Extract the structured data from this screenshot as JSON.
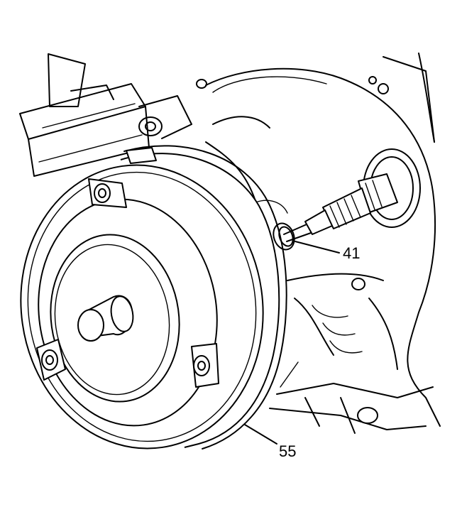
{
  "diagram": {
    "callouts": [
      {
        "id": "41",
        "label": "41",
        "part": "seal-ring"
      },
      {
        "id": "55",
        "label": "55",
        "part": "torque-converter"
      }
    ],
    "colors": {
      "line": "#000000",
      "background": "#ffffff"
    }
  }
}
